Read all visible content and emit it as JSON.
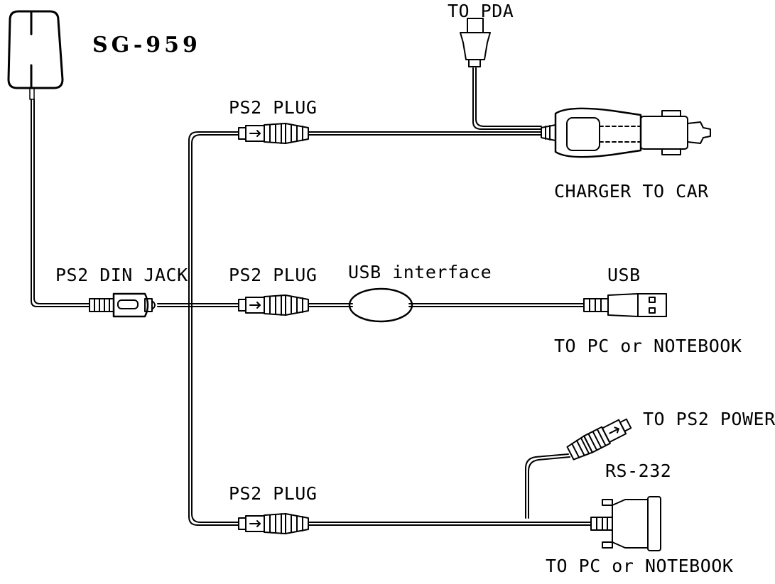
{
  "device": {
    "model": "SG-959"
  },
  "labels": {
    "din_jack": "PS2 DIN JACK",
    "ps2_plug_top": "PS2 PLUG",
    "ps2_plug_middle": "PS2 PLUG",
    "ps2_plug_bottom": "PS2 PLUG",
    "to_pda": "TO PDA",
    "charger": "CHARGER TO CAR",
    "usb_interface": "USB interface",
    "usb": "USB",
    "usb_target": "TO PC or NOTEBOOK",
    "ps2_power": "TO PS2 POWER",
    "rs232": "RS-232",
    "rs232_target": "TO PC or NOTEBOOK"
  },
  "style": {
    "line_color": "#000000",
    "background": "#ffffff"
  }
}
